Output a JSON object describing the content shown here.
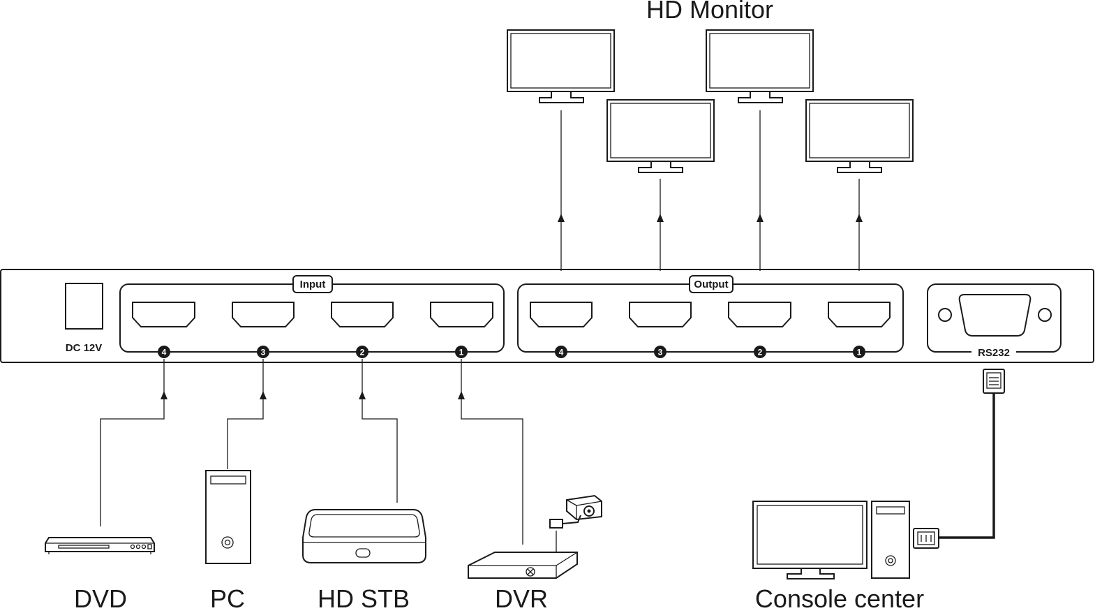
{
  "title": "HD Monitor",
  "panel": {
    "power_label": "DC 12V",
    "input_label": "Input",
    "output_label": "Output",
    "rs232_label": "RS232"
  },
  "port_numbers": [
    "4",
    "3",
    "2",
    "1"
  ],
  "sources": {
    "dvd": "DVD",
    "pc": "PC",
    "hd_stb": "HD STB",
    "dvr": "DVR"
  },
  "console": "Console center",
  "colors": {
    "line": "#1a1a1a",
    "background": "#ffffff"
  }
}
